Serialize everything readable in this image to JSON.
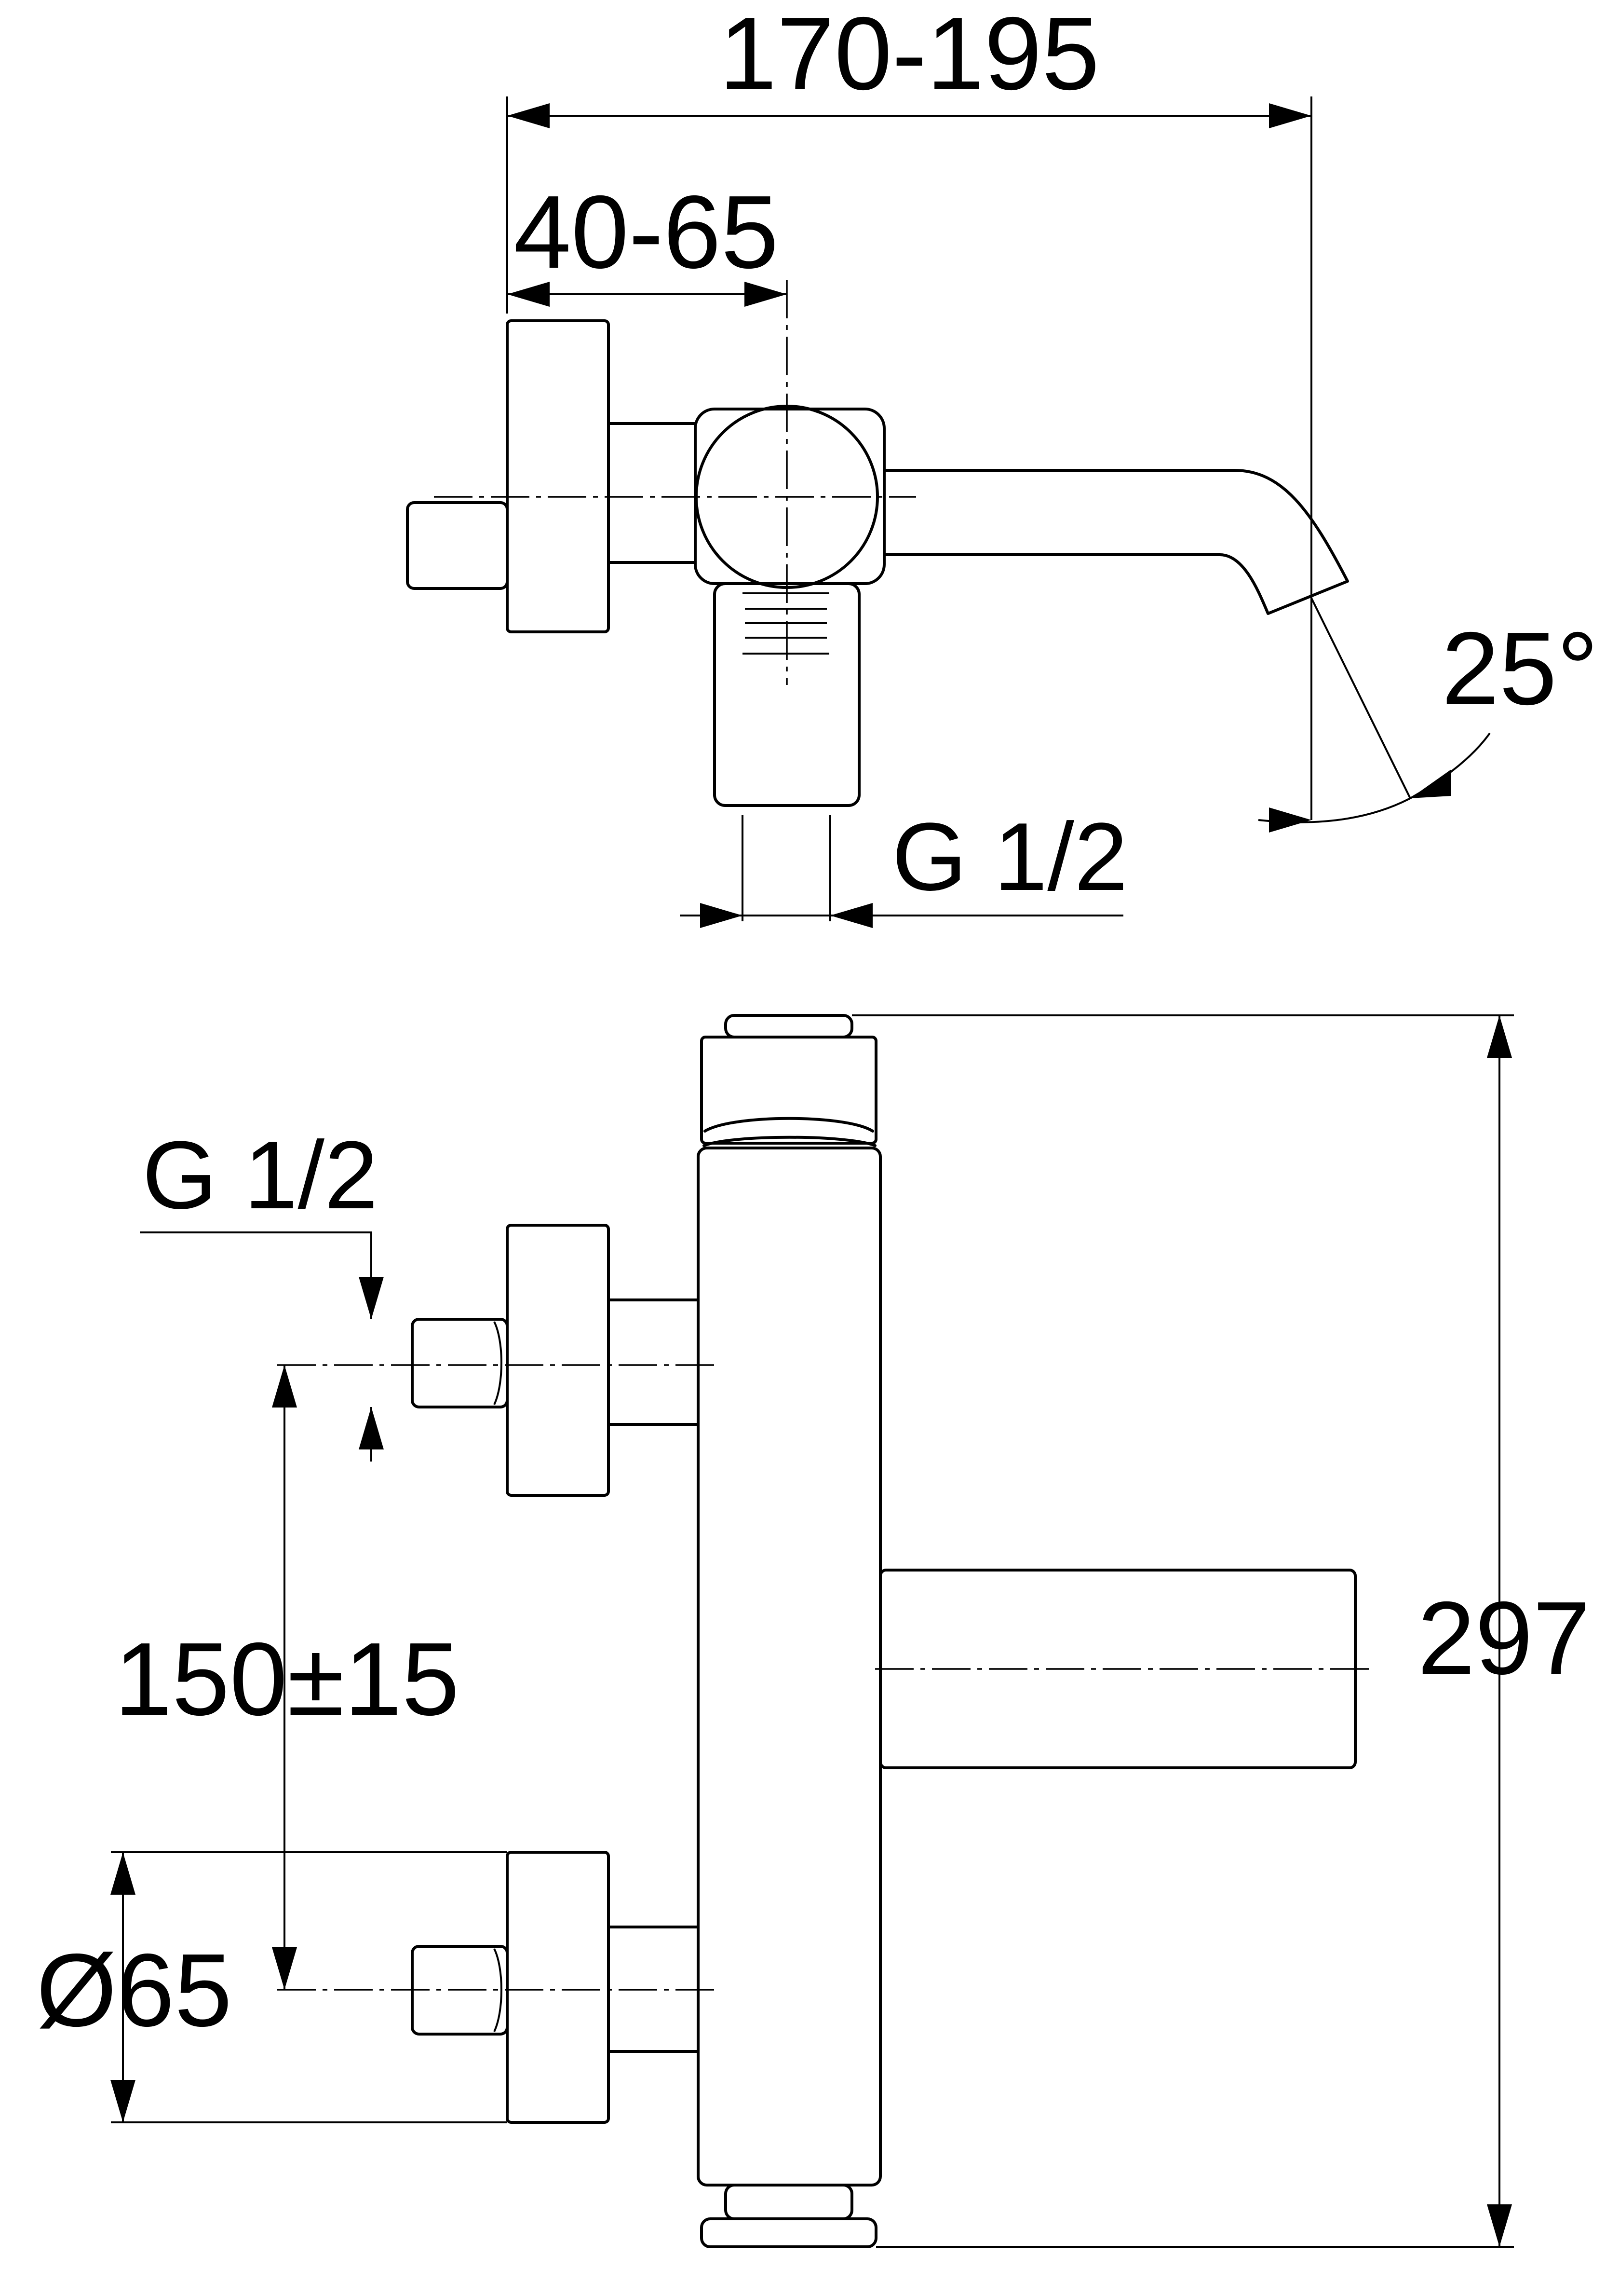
{
  "dimensions": {
    "total_projection": "170-195",
    "wall_to_axis": "40-65",
    "spout_angle": "25°",
    "outlet_thread": "G 1/2",
    "inlet_thread": "G 1/2",
    "inlet_spacing": "150±15",
    "escutcheon_diameter": "Ø65",
    "total_height": "297"
  }
}
